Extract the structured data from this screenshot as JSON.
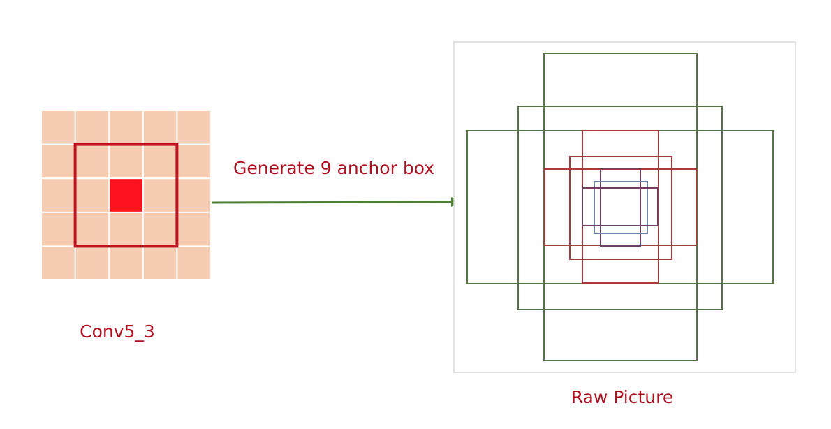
{
  "feature_map": {
    "label": "Conv5_3",
    "grid_rows": 5,
    "grid_cols": 5,
    "highlighted_cell": {
      "row": 2,
      "col": 2
    },
    "window_cells": {
      "row_start": 1,
      "row_end": 3,
      "col_start": 1,
      "col_end": 3
    },
    "cell_color": "#f6ccb2",
    "gap_color": "#ffffff",
    "center_cell_color": "#ff121f",
    "window_color": "#c1121f"
  },
  "arrow": {
    "label": "Generate 9 anchor box",
    "color": "#4f7f34"
  },
  "raw_picture": {
    "label": "Raw Picture",
    "frame_color": "#d8d8d8",
    "anchor_colors": {
      "large": "#547448",
      "medium": "#a9383f",
      "small": "#6f86a8",
      "small_purple": "#6e3f63"
    }
  },
  "colors": {
    "caption": "#b00f1f"
  }
}
